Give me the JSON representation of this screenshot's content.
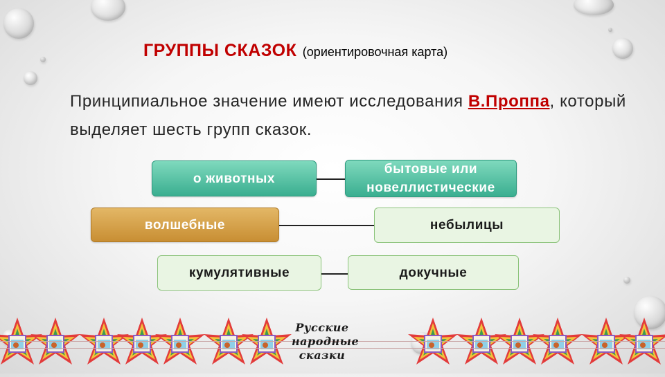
{
  "title": {
    "main": "ГРУППЫ СКАЗОК",
    "sub": "(ориентировочная карта)"
  },
  "body": {
    "text_before": "Принципиальное значение имеют исследования ",
    "highlight": "В.Проппа",
    "text_after": ", который выделяет шесть групп сказок."
  },
  "groups": {
    "animals": "о животных",
    "everyday_line1": "бытовые или",
    "everyday_line2": "новеллистические",
    "magic": "волшебные",
    "tall_tales": "небылицы",
    "cumulative": "кумулятивные",
    "tedious": "докучные"
  },
  "logo": {
    "line1": "Русские",
    "line2": "народные",
    "line3": "сказки"
  },
  "colors": {
    "title_red": "#c00000",
    "teal": "#3aae90",
    "gold": "#c88e33",
    "light_green": "#e9f5e3"
  }
}
